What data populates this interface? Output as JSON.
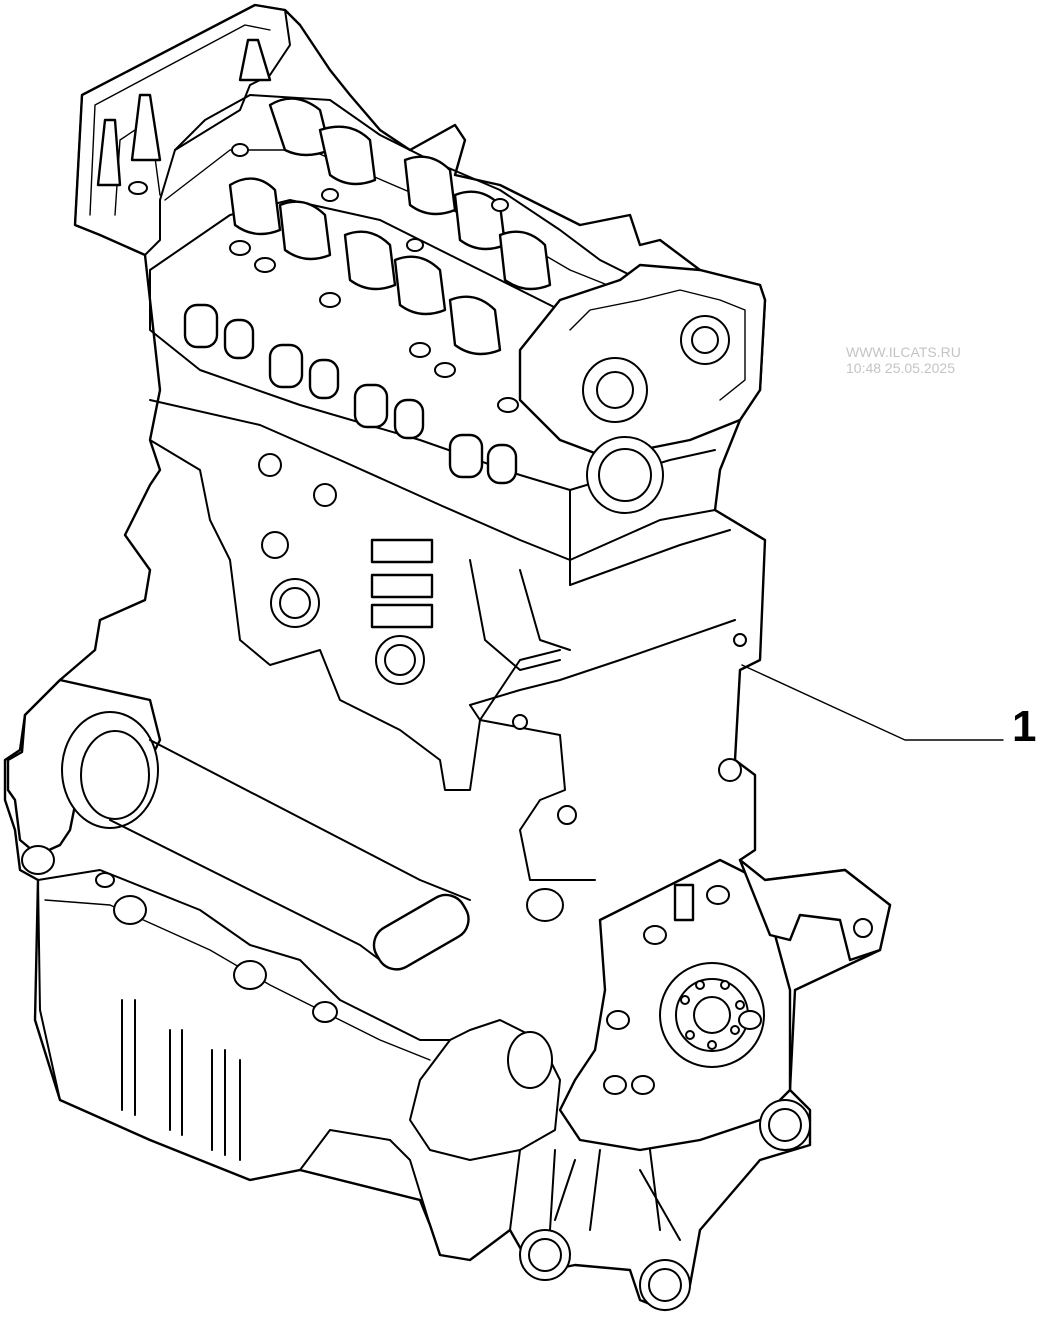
{
  "watermark": {
    "line1": "WWW.ILCATS.RU",
    "line2": "10:48 25.05.2025"
  },
  "callouts": [
    {
      "label": "1"
    }
  ],
  "colors": {
    "line": "#000000",
    "background": "#ffffff",
    "watermark": "#c4c4c4"
  }
}
